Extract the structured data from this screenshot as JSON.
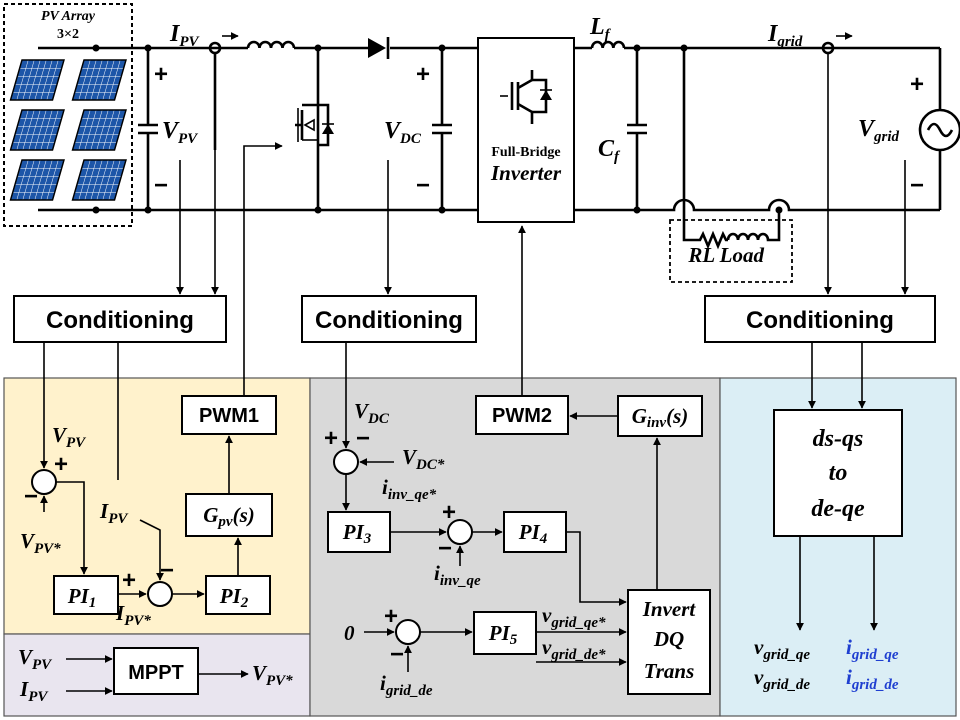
{
  "colors": {
    "pv_panel_bg": "#fff2cc",
    "mppt_panel_bg": "#e9e5ef",
    "dc_panel_bg": "#d9d9d9",
    "grid_panel_bg": "#dbeef5",
    "highlight_blue": "#1f3fd0",
    "solar_cell_blue": "#1d56a8"
  },
  "pv_array": {
    "title": "PV Array",
    "size": "3×2"
  },
  "power_stage": {
    "i_pv": {
      "base": "I",
      "sub": "PV"
    },
    "v_pv": {
      "base": "V",
      "sub": "PV"
    },
    "v_dc": {
      "base": "V",
      "sub": "DC"
    },
    "inverter_line1": "Full-Bridge",
    "inverter_line2": "Inverter",
    "l_f": {
      "base": "L",
      "sub": "f"
    },
    "c_f": {
      "base": "C",
      "sub": "f"
    },
    "i_grid": {
      "base": "I",
      "sub": "grid"
    },
    "v_grid": {
      "base": "V",
      "sub": "grid"
    },
    "rl_load": "RL Load",
    "plus": "+",
    "minus": "−"
  },
  "conditioning": {
    "label": "Conditioning"
  },
  "pv_control": {
    "pwm1": "PWM1",
    "g_pv": {
      "base": "G",
      "sub": "pv",
      "arg": "(s)"
    },
    "pi1": {
      "base": "PI",
      "sub": "1"
    },
    "pi2": {
      "base": "PI",
      "sub": "2"
    },
    "v_pv": {
      "base": "V",
      "sub": "PV"
    },
    "v_pv_ref": {
      "base": "V",
      "sub": "PV*"
    },
    "i_pv": {
      "base": "I",
      "sub": "PV"
    },
    "i_pv_ref": {
      "base": "I",
      "sub": "PV*"
    }
  },
  "mppt": {
    "label": "MPPT",
    "in_v": {
      "base": "V",
      "sub": "PV"
    },
    "in_i": {
      "base": "I",
      "sub": "PV"
    },
    "out": {
      "base": "V",
      "sub": "PV*"
    }
  },
  "dc_control": {
    "pwm2": "PWM2",
    "g_inv": {
      "base": "G",
      "sub": "inv",
      "arg": "(s)"
    },
    "v_dc": {
      "base": "V",
      "sub": "DC"
    },
    "v_dc_ref": {
      "base": "V",
      "sub": "DC*"
    },
    "pi3": {
      "base": "PI",
      "sub": "3"
    },
    "pi4": {
      "base": "PI",
      "sub": "4"
    },
    "pi5": {
      "base": "PI",
      "sub": "5"
    },
    "i_inv_qe_ref": {
      "base": "i",
      "sub": "inv_qe*"
    },
    "i_inv_qe": {
      "base": "i",
      "sub": "inv_qe"
    },
    "zero": "0",
    "i_grid_de": {
      "base": "i",
      "sub": "grid_de"
    },
    "v_grid_qe_ref": {
      "base": "v",
      "sub": "grid_qe*"
    },
    "v_grid_de_ref": {
      "base": "v",
      "sub": "grid_de*"
    },
    "invert_line1": "Invert",
    "invert_line2": "DQ",
    "invert_line3": "Trans"
  },
  "grid_control": {
    "transform_line1": "ds-qs",
    "transform_line2": "to",
    "transform_line3": "de-qe",
    "v_grid_qe": {
      "base": "v",
      "sub": "grid_qe"
    },
    "v_grid_de": {
      "base": "v",
      "sub": "grid_de"
    },
    "i_grid_qe": {
      "base": "i",
      "sub": "grid_qe"
    },
    "i_grid_de": {
      "base": "i",
      "sub": "grid_de"
    }
  }
}
